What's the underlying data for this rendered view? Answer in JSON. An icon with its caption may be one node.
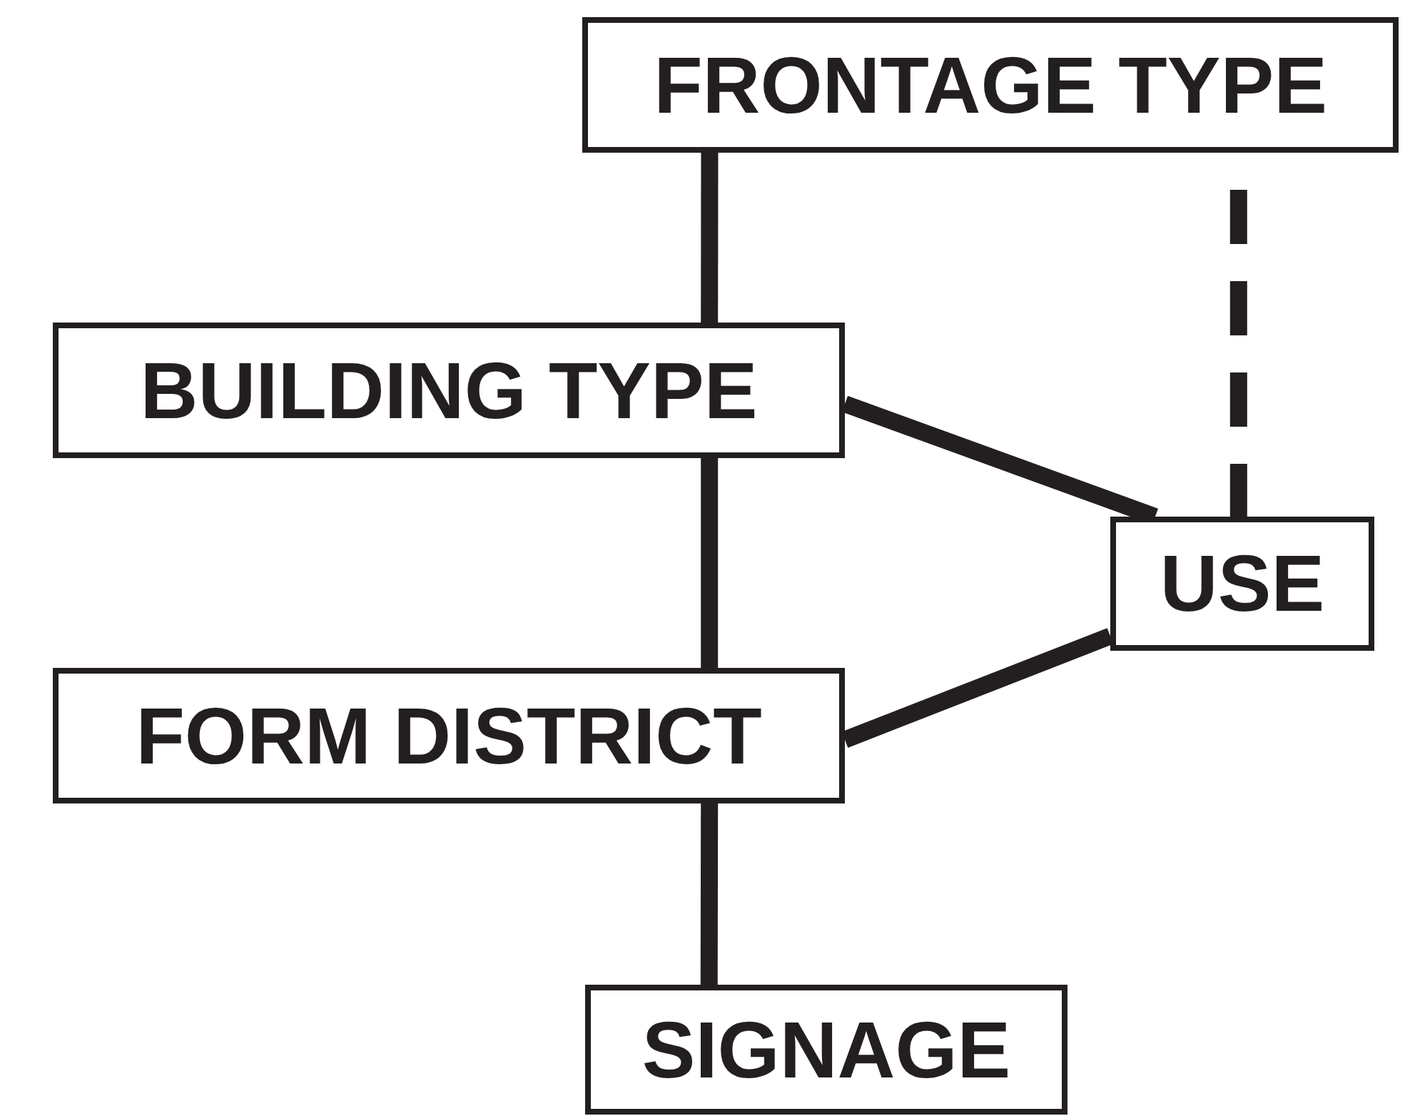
{
  "diagram": {
    "nodes": [
      {
        "text": [
          "FRONTAGE TYPE"
        ]
      },
      {
        "text": [
          "BUILDING TYPE"
        ]
      },
      {
        "text": [
          "USE"
        ]
      },
      {
        "text": [
          "FORM DISTRICT"
        ]
      },
      {
        "text": [
          "SIGNAGE"
        ]
      }
    ],
    "edges": [
      {
        "from": 0,
        "to": 1,
        "arrow": "none"
      },
      {
        "from": 1,
        "to": 3,
        "arrow": "none"
      },
      {
        "from": 3,
        "to": 4,
        "arrow": "none"
      },
      {
        "from": 1,
        "to": 2,
        "arrow": "none"
      },
      {
        "from": 3,
        "to": 2,
        "arrow": "none"
      },
      {
        "from": 0,
        "to": 2,
        "arrow": "none",
        "style": "dashed"
      }
    ]
  }
}
